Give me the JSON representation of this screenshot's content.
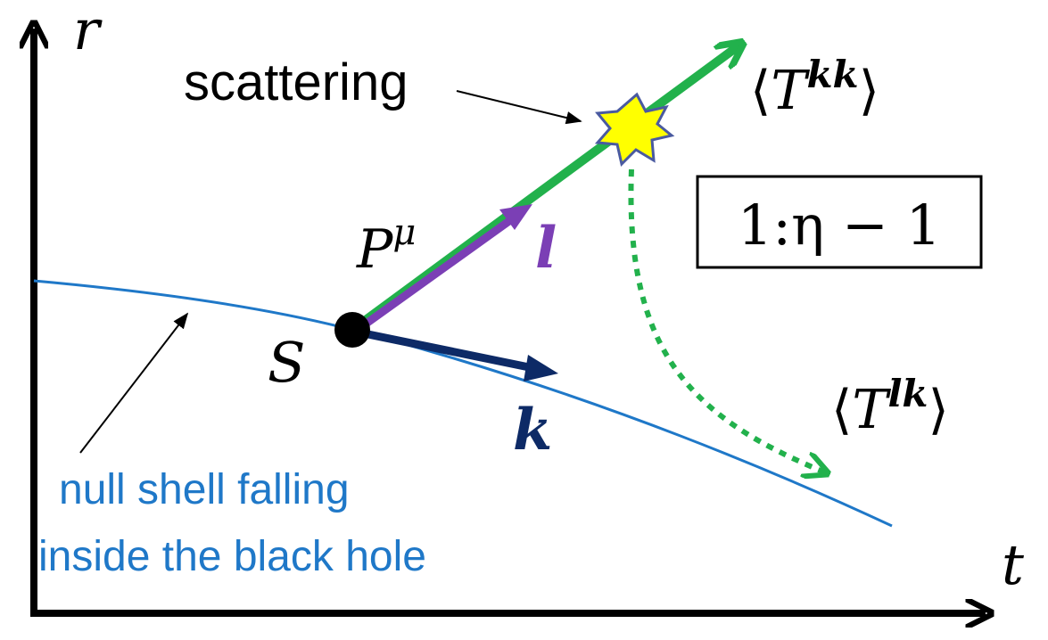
{
  "axes": {
    "vertical_label": "r",
    "horizontal_label": "t"
  },
  "labels": {
    "scattering": "scattering",
    "momentum_base": "P",
    "momentum_sup": "μ",
    "vector_l": "l",
    "vector_k": "k",
    "point_s": "S",
    "ratio": "1:η − 1",
    "tkk_open": "⟨",
    "tkk_base": "T",
    "tkk_sup": "kk",
    "tkk_close": "⟩",
    "tlk_open": "⟨",
    "tlk_base": "T",
    "tlk_sup": "lk",
    "tlk_close": "⟩",
    "shell_line1": "null shell falling",
    "shell_line2": "inside the black hole"
  },
  "colors": {
    "axis": "#000000",
    "shell": "#1f78c8",
    "ray": "#22b14c",
    "vector_l": "#7b3fb5",
    "vector_k": "#0d2a66",
    "star_fill": "#ffff00",
    "star_stroke": "#4a5aa0"
  }
}
